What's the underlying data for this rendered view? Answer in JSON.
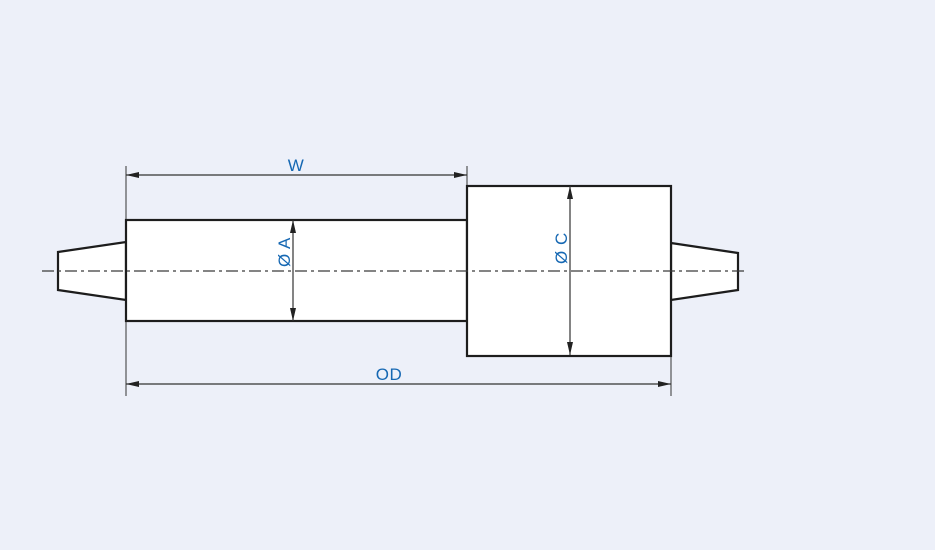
{
  "drawing": {
    "description": "Shaft cross-section technical drawing with stepped cylinder and tapered ends",
    "labels": {
      "w": "W",
      "od": "OD",
      "dia_a": "Ø A",
      "dia_c": "Ø C"
    },
    "colors": {
      "background": "#edf0f9",
      "outline": "#1d1d1d",
      "dimension_line": "#333333",
      "label_text": "#1668b3",
      "shape_fill": "#ffffff"
    }
  }
}
